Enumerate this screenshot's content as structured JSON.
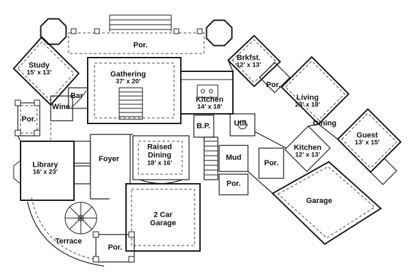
{
  "plan": {
    "type": "residential-floor-plan",
    "colors": {
      "line": "#1a1a1a",
      "dashed": "#444444",
      "background": "#ffffff"
    }
  },
  "rooms": [
    {
      "name": "Por."
    },
    {
      "name": "Study",
      "dims": "15' x 13'"
    },
    {
      "name": "Gathering",
      "dims": "37' x 20'"
    },
    {
      "name": "Brkfst.",
      "dims": "12' x 13'"
    },
    {
      "name": "Por."
    },
    {
      "name": "Living",
      "dims": "23' x 18'"
    },
    {
      "name": "Wine"
    },
    {
      "name": "Bar"
    },
    {
      "name": "Kitchen",
      "dims": "14' x 18'"
    },
    {
      "name": "Por."
    },
    {
      "name": "Dining"
    },
    {
      "name": "Guest",
      "dims": "13' x 15'"
    },
    {
      "name": "B.P."
    },
    {
      "name": "Util."
    },
    {
      "name": "Library",
      "dims": "16' x 23'"
    },
    {
      "name": "Foyer"
    },
    {
      "name": "Raised\nDining",
      "dims": "18' x 16'"
    },
    {
      "name": "Mud"
    },
    {
      "name": "Kitchen",
      "dims": "12' x 13'"
    },
    {
      "name": "Por."
    },
    {
      "name": "Por."
    },
    {
      "name": "Garage"
    },
    {
      "name": "2 Car\nGarage"
    },
    {
      "name": "Terrace"
    },
    {
      "name": "Por."
    }
  ]
}
